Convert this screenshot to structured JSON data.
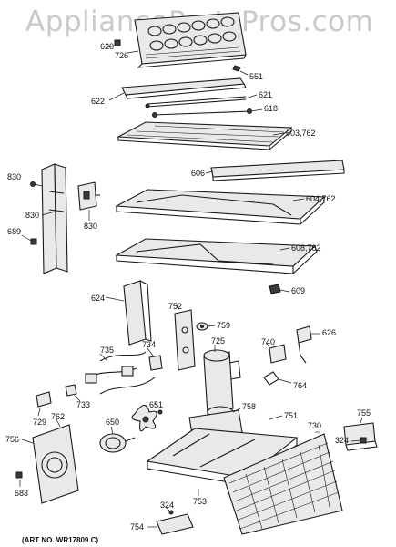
{
  "watermark": "AppliancePartsPros.com",
  "art_number": "(ART NO. WR17809 C)",
  "callouts": {
    "c620": "620",
    "c726": "726",
    "c551": "551",
    "c622": "622",
    "c621": "621",
    "c618": "618",
    "c603": "603,762",
    "c606": "606",
    "c830a": "830",
    "c830b": "830",
    "c830c": "830",
    "c689": "689",
    "c604": "604,762",
    "c608": "608,762",
    "c609": "609",
    "c624": "624",
    "c752": "752",
    "c759": "759",
    "c626": "626",
    "c725": "725",
    "c740": "740",
    "c735": "735",
    "c734": "734",
    "c764": "764",
    "c733": "733",
    "c651": "651",
    "c758": "758",
    "c729": "729",
    "c762": "762",
    "c751": "751",
    "c730": "730",
    "c755": "755",
    "c650": "650",
    "c324a": "324",
    "c756": "756",
    "c683": "683",
    "c753": "753",
    "c324b": "324",
    "c754": "754"
  }
}
